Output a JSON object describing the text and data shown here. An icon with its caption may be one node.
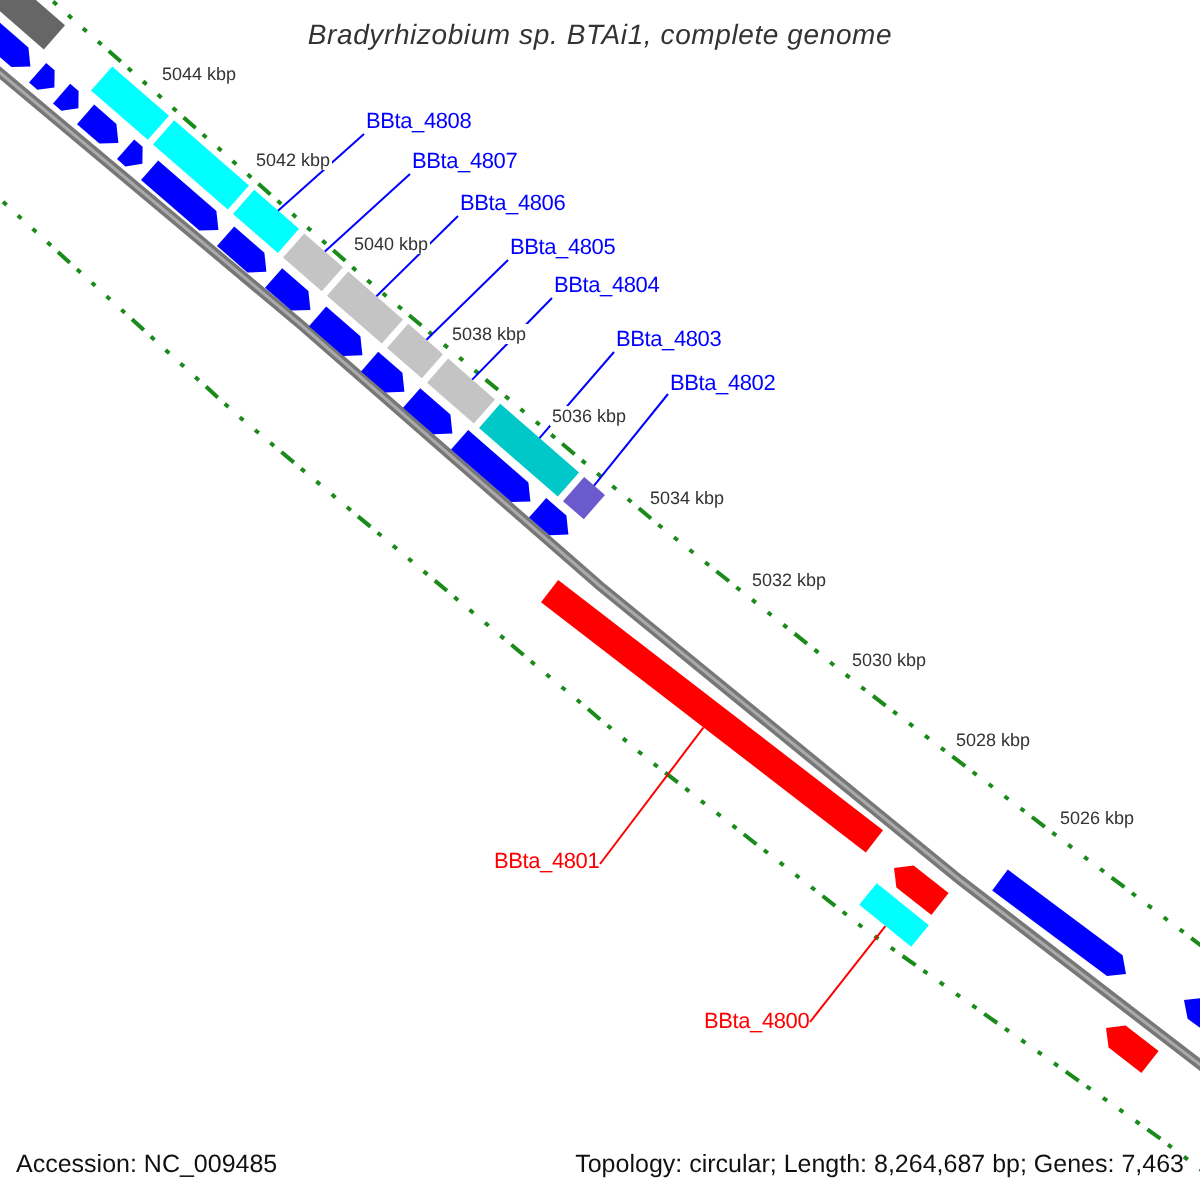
{
  "diagram": {
    "title": "Bradyrhizobium sp. BTAi1, complete genome",
    "nodes": [
      {
        "text": [
          "BBta_4808"
        ]
      },
      {
        "text": [
          "BBta_4807"
        ]
      },
      {
        "text": [
          "BBta_4806"
        ]
      },
      {
        "text": [
          "BBta_4805"
        ]
      },
      {
        "text": [
          "BBta_4804"
        ]
      },
      {
        "text": [
          "BBta_4803"
        ]
      },
      {
        "text": [
          "BBta_4802"
        ]
      },
      {
        "text": [
          "BBta_4801"
        ]
      },
      {
        "text": [
          "BBta_4800"
        ]
      },
      {
        "text": [],
        "shape": "bar"
      },
      {
        "text": [],
        "shape": "bar"
      },
      {
        "text": [],
        "shape": "bar"
      },
      {
        "text": [],
        "shape": "bar"
      },
      {
        "text": [],
        "shape": "bar"
      },
      {
        "text": [],
        "shape": "bar"
      },
      {
        "text": [],
        "shape": "bar"
      },
      {
        "text": [],
        "shape": "bar"
      },
      {
        "text": [],
        "shape": "bar"
      },
      {
        "text": [],
        "shape": "bar"
      },
      {
        "text": [],
        "shape": "bar"
      },
      {
        "text": [],
        "shape": "bar"
      },
      {
        "text": [],
        "shape": "bar"
      },
      {
        "text": [],
        "shape": "bar"
      },
      {
        "text": [],
        "shape": "bar"
      },
      {
        "text": [],
        "shape": "bar"
      },
      {
        "text": [],
        "shape": "bar"
      },
      {
        "text": [],
        "shape": "bar"
      },
      {
        "text": [],
        "shape": "bar"
      },
      {
        "text": [],
        "shape": "bar"
      },
      {
        "text": [],
        "shape": "bar"
      },
      {
        "text": [],
        "shape": "bar"
      },
      {
        "text": [],
        "shape": "bar"
      },
      {
        "text": [],
        "shape": "bar"
      },
      {
        "text": [],
        "shape": "bar"
      },
      {
        "text": [],
        "shape": "bar"
      },
      {
        "text": [],
        "shape": "bar"
      },
      {
        "text": [],
        "shape": "bar"
      },
      {
        "text": [],
        "shape": "bar"
      }
    ],
    "edges": [
      {
        "from": 0,
        "to": 12,
        "arrow": "none"
      },
      {
        "from": 1,
        "to": 13,
        "arrow": "none"
      },
      {
        "from": 2,
        "to": 14,
        "arrow": "none"
      },
      {
        "from": 3,
        "to": 15,
        "arrow": "none"
      },
      {
        "from": 4,
        "to": 16,
        "arrow": "none"
      },
      {
        "from": 5,
        "to": 17,
        "arrow": "none"
      },
      {
        "from": 6,
        "to": 18,
        "arrow": "none"
      },
      {
        "from": 7,
        "to": 32,
        "arrow": "none",
        "color": "#ff0000"
      },
      {
        "from": 8,
        "to": 34,
        "arrow": "none",
        "color": "#ff0000"
      }
    ],
    "labels": [
      "5044 kbp",
      "5042 kbp",
      "5040 kbp",
      "5038 kbp",
      "5036 kbp",
      "5034 kbp",
      "5032 kbp",
      "5030 kbp",
      "5028 kbp",
      "5026 kbp",
      "Accession: NC_009485",
      "Topology: circular; Length: 8,264,687 bp; Genes: 7,463"
    ]
  }
}
